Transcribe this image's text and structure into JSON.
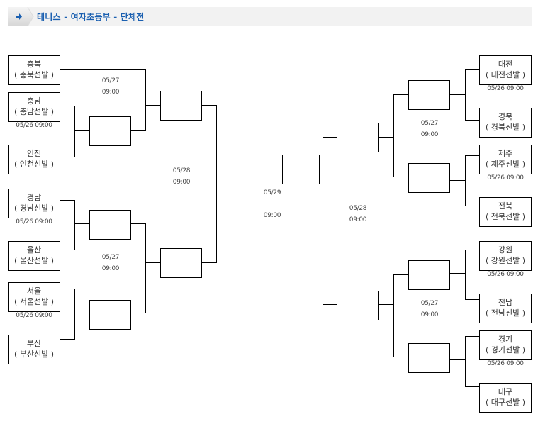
{
  "header": {
    "title": "테니스 - 여자초등부 - 단체전",
    "icon": "arrow-right-icon",
    "accent": "#1a5fb0"
  },
  "left_teams": [
    {
      "name": "충북",
      "sub": "( 충북선발 )",
      "schedule": ""
    },
    {
      "name": "충남",
      "sub": "( 충남선발 )",
      "schedule": "05/26  09:00"
    },
    {
      "name": "인천",
      "sub": "( 인천선발 )",
      "schedule": ""
    },
    {
      "name": "경남",
      "sub": "( 경남선발 )",
      "schedule": "05/26  09:00"
    },
    {
      "name": "울산",
      "sub": "( 울산선발 )",
      "schedule": ""
    },
    {
      "name": "서울",
      "sub": "( 서울선발 )",
      "schedule": "05/26  09:00"
    },
    {
      "name": "부산",
      "sub": "( 부산선발 )",
      "schedule": ""
    }
  ],
  "right_teams": [
    {
      "name": "대전",
      "sub": "( 대전선발 )",
      "schedule": "05/26  09:00"
    },
    {
      "name": "경북",
      "sub": "( 경북선발 )",
      "schedule": ""
    },
    {
      "name": "제주",
      "sub": "( 제주선발 )",
      "schedule": "05/26  09:00"
    },
    {
      "name": "전북",
      "sub": "( 전북선발 )",
      "schedule": ""
    },
    {
      "name": "강원",
      "sub": "( 강원선발 )",
      "schedule": "05/26  09:00"
    },
    {
      "name": "전남",
      "sub": "( 전남선발 )",
      "schedule": ""
    },
    {
      "name": "경기",
      "sub": "( 경기선발 )",
      "schedule": "05/26  09:00"
    },
    {
      "name": "대구",
      "sub": "( 대구선발 )",
      "schedule": ""
    }
  ],
  "dates": {
    "left_qf_top": {
      "date": "05/27",
      "time": "09:00"
    },
    "left_qf_bottom": {
      "date": "05/27",
      "time": "09:00"
    },
    "left_sf": {
      "date": "05/28",
      "time": "09:00"
    },
    "final": {
      "date": "05/29",
      "time": "09:00"
    },
    "right_sf": {
      "date": "05/28",
      "time": "09:00"
    },
    "right_qf_top": {
      "date": "05/27",
      "time": "09:00"
    },
    "right_qf_bottom": {
      "date": "05/27",
      "time": "09:00"
    }
  }
}
